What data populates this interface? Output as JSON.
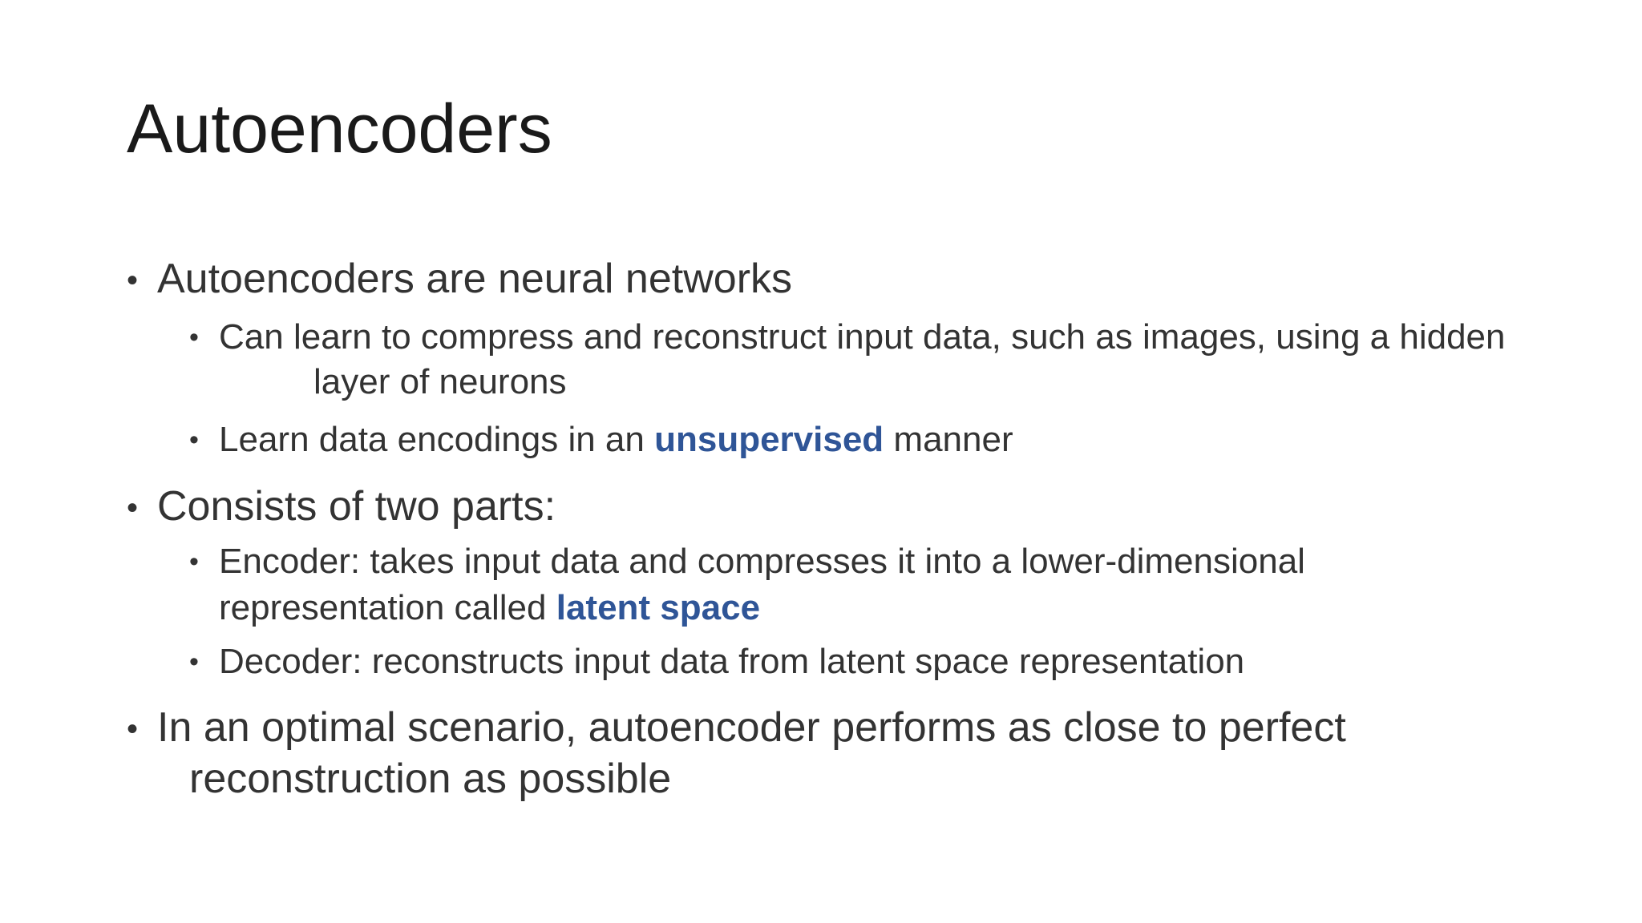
{
  "slide": {
    "title": "Autoencoders",
    "bullet_glyph": "•",
    "b1": {
      "text": "Autoencoders are neural networks",
      "sub1_line1": "Can learn to compress and reconstruct input data, such as images, using a hidden",
      "sub1_line2": "layer of neurons",
      "sub2_pre": "Learn data encodings in an ",
      "sub2_emph": "unsupervised",
      "sub2_post": " manner"
    },
    "b2": {
      "text": "Consists of two parts:",
      "sub1_line1": "Encoder: takes input data and compresses it into a lower-dimensional",
      "sub1_line2_pre": "representation called ",
      "sub1_line2_emph": "latent space",
      "sub2": "Decoder: reconstructs input data from latent space representation"
    },
    "b3": {
      "line1": "In an optimal scenario, autoencoder performs as close to perfect",
      "line2": "reconstruction as possible"
    },
    "accent_color": "#2f5597",
    "text_color": "#333333"
  }
}
